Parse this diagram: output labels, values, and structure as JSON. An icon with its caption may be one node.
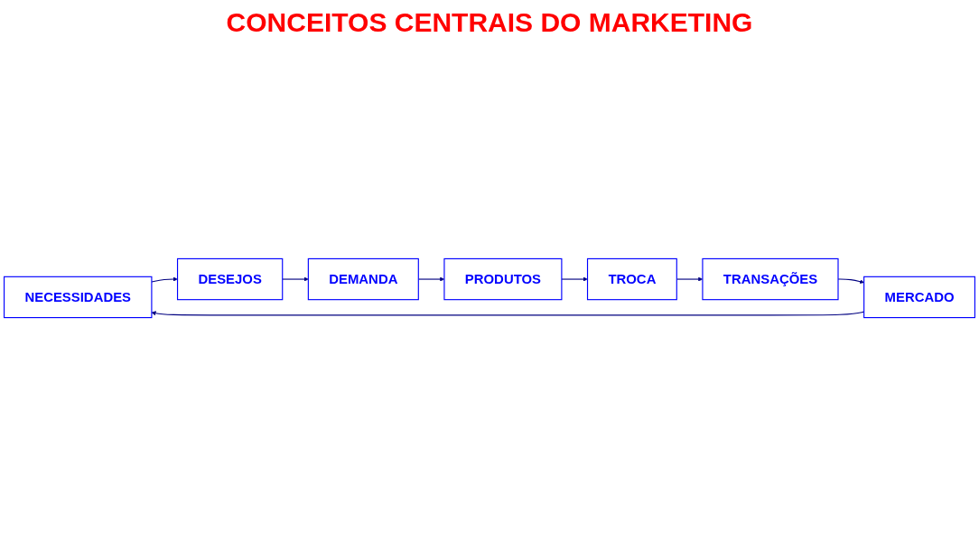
{
  "diagram": {
    "title": "CONCEITOS CENTRAIS DO MARKETING",
    "nodes": [
      {
        "text": [
          "NECESSIDADES"
        ]
      },
      {
        "text": [
          "MERCADO"
        ]
      },
      {
        "text": [
          "DESEJOS"
        ]
      },
      {
        "text": [
          "TRANSAÇÕES"
        ]
      },
      {
        "text": [
          "DEMANDA"
        ]
      },
      {
        "text": [
          "TROCA"
        ]
      },
      {
        "text": [
          "PRODUTOS"
        ]
      }
    ],
    "edges": [
      {
        "from": 0,
        "to": 2,
        "arrow": "to"
      },
      {
        "from": 2,
        "to": 4,
        "arrow": "to"
      },
      {
        "from": 4,
        "to": 6,
        "arrow": "to"
      },
      {
        "from": 6,
        "to": 5,
        "arrow": "to"
      },
      {
        "from": 5,
        "to": 3,
        "arrow": "to"
      },
      {
        "from": 3,
        "to": 1,
        "arrow": "to"
      },
      {
        "from": 1,
        "to": 0,
        "arrow": "to"
      }
    ]
  }
}
